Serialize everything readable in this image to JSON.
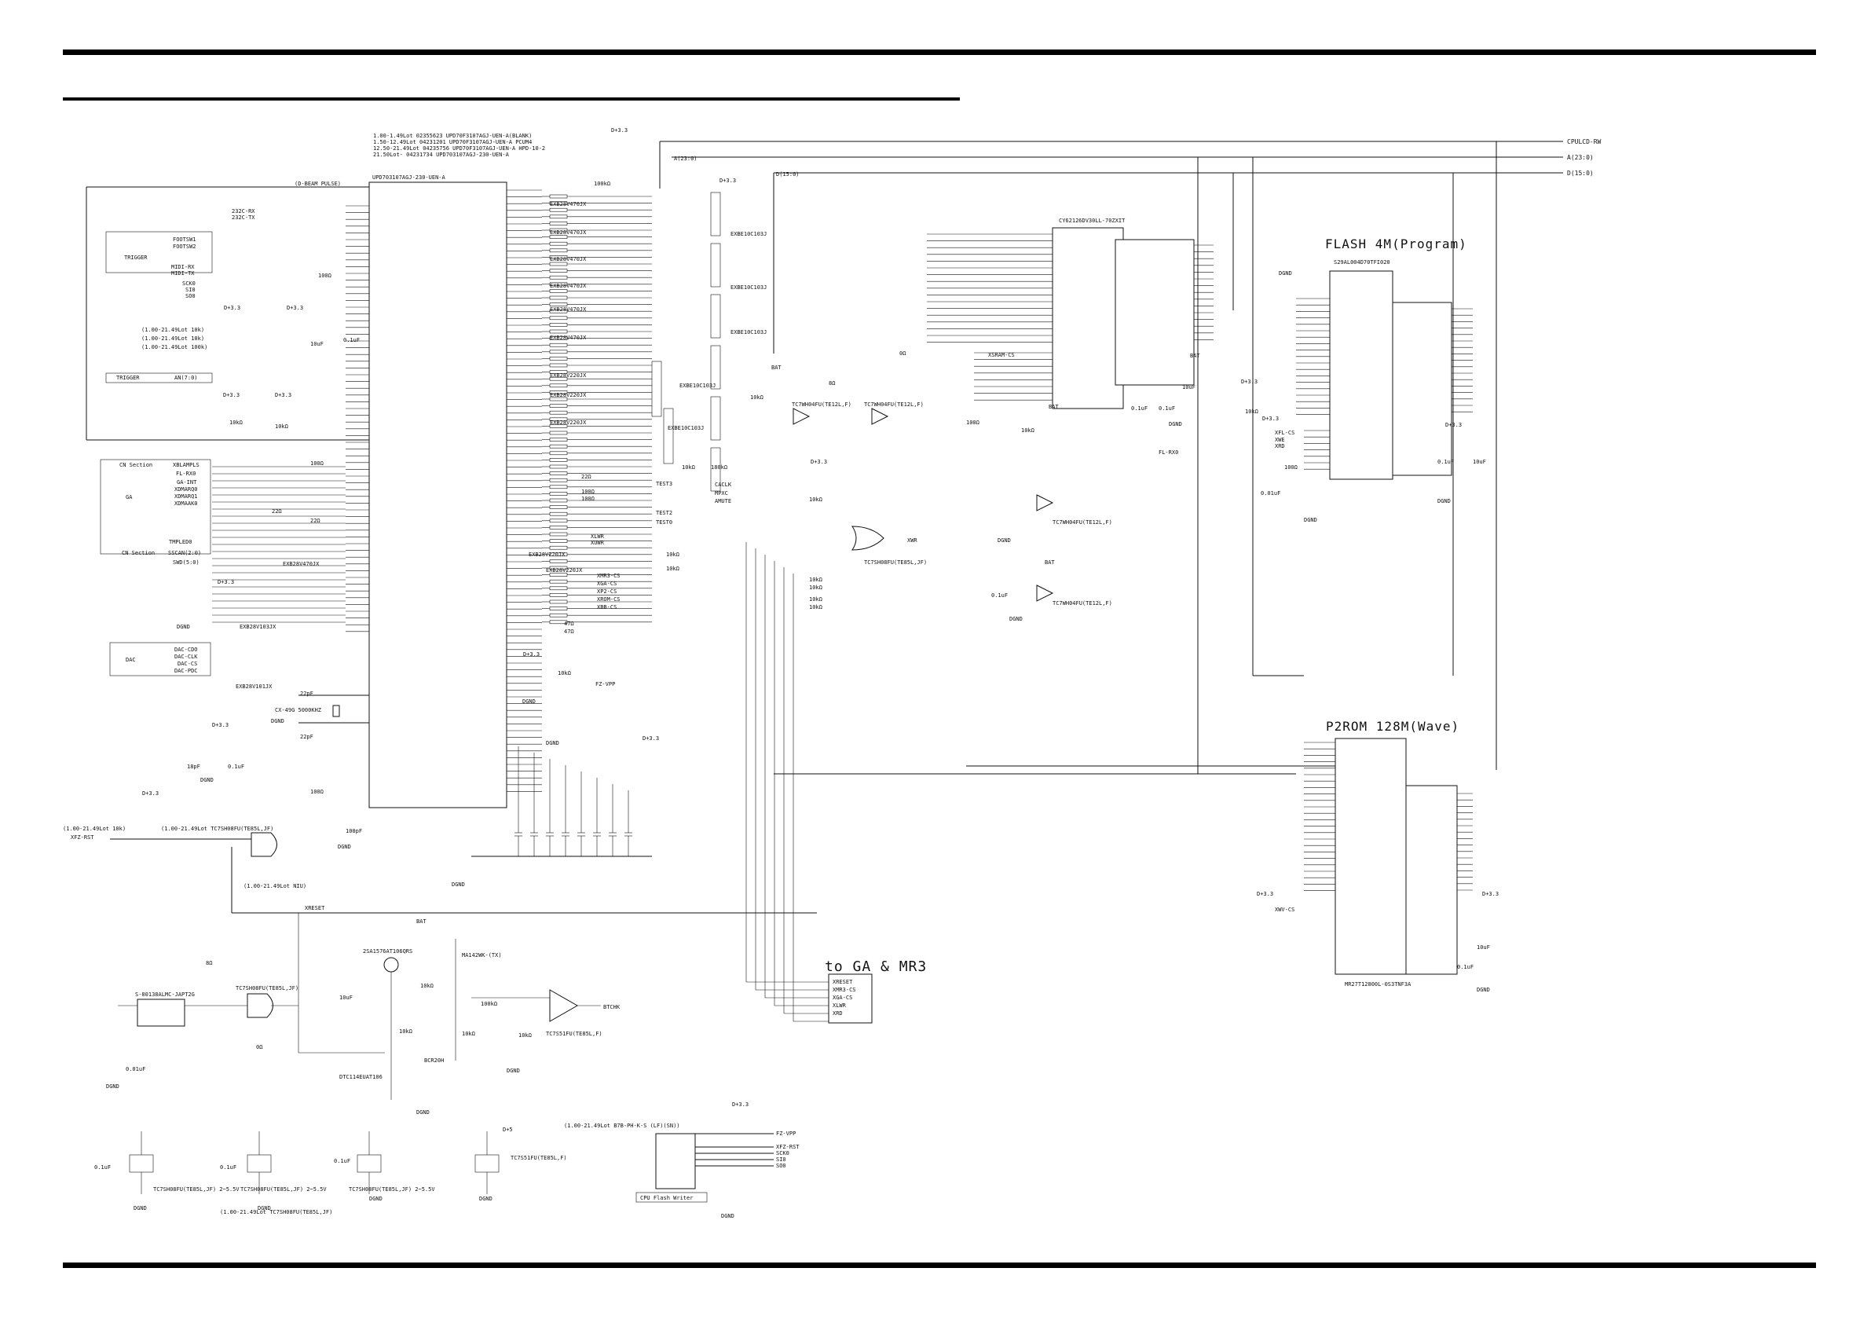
{
  "top_notes": [
    "1.00-1.49Lot 02355623 UPD70F3107AGJ-UEN-A(BLANK)",
    "1.50-12.49Lot 04231201 UPD70F3107AGJ-UEN-A PCUM4",
    "12.50-21.49Lot 04235756 UPD70F3107AGJ-UEN-A HPD-10-2",
    "21.50Lot- 04231734 UPD703107AGJ-230-UEN-A"
  ],
  "cpu": {
    "part": "UPD703107AGJ-230-UEN-A"
  },
  "sram": {
    "part": "CY62126DV30LL-70ZXIT"
  },
  "flash": {
    "title": "FLASH 4M(Program)",
    "part": "S29AL004D70TFI020"
  },
  "p2rom": {
    "title": "P2ROM 128M(Wave)",
    "part": "MR27T12800L-0S3TNF3A"
  },
  "bus_labels": [
    "CPULCD-RW",
    "A(23:0)",
    "D(15:0)"
  ],
  "left_signals": {
    "d_beam": "(D-BEAM PULSE)",
    "serial": [
      "232C-RX",
      "232C-TX"
    ],
    "footsw": [
      "FOOTSW1",
      "FOOTSW2"
    ],
    "trigger_label": "TRIGGER",
    "midi": [
      "MIDI-RX",
      "MIDI-TX"
    ],
    "sync": [
      "SCK0",
      "SI0",
      "SO0"
    ],
    "lot_notes": [
      "(1.00-21.49Lot 10k)",
      "(1.00-21.49Lot 10k)",
      "(1.00-21.49Lot 100k)"
    ],
    "an_label": "AN(7:0)",
    "cn_section": "CN Section",
    "ga_label": "GA",
    "ga_signals": [
      "XBLAMPLS",
      "FL-RX0",
      "GA-INT",
      "XDMARQ0",
      "XDMARQ1",
      "XDMAAK0"
    ],
    "cn_section2": "CN Section",
    "cn_signals": [
      "TMPLED0",
      "SSCAN(2:0)",
      "SWD(5:0)"
    ],
    "dac_label": "DAC",
    "dac_signals": [
      "DAC-CDO",
      "DAC-CLK",
      "DAC-CS",
      "DAC-PDC"
    ],
    "xtal": "CX-49G 5000KHZ",
    "reset_net": "XFZ-RST",
    "lot_tc7": "(1.00-21.49Lot TC7SH08FU(TE85L,JF)",
    "lot_niu": "(1.00-21.49Lot NIU)",
    "xreset": "XRESET",
    "resistor_array": "EXB28V470JX",
    "resistor_array2": "EXB28V103JX",
    "resistor_array3": "EXB28V101JX"
  },
  "mid_signals": {
    "exb_a": "EXB28V470JX",
    "exb_cap": "EXBE10C103J",
    "exb_b": "EXB28V220JX",
    "tc7w": "TC7WH04FU(TE12L,F)",
    "tc7sh08": "TC7SH08FU(TE85L,JF)",
    "xsram_cs": "XSRAM-CS",
    "test": [
      "TEST3",
      "TEST2",
      "TEST0"
    ],
    "misc": [
      "CACLK",
      "MPXC",
      "AMUTE",
      "XLWR",
      "XUWR",
      "XWR"
    ],
    "chip_selects": [
      "XMR3-CS",
      "XGA-CS",
      "XP2-CS",
      "XROM-CS",
      "XBB-CS"
    ],
    "fz_vpp": "FZ-VPP",
    "to_ga": "to GA & MR3",
    "ga_box": [
      "XRESET",
      "XMR3-CS",
      "XGA-CS",
      "XLWR",
      "XRD"
    ],
    "fl_rx0": "FL-RX0",
    "xfl_cs": "XFL-CS",
    "xwe": "XWE",
    "xrd": "XRD",
    "xwv_cs": "XWV-CS"
  },
  "power": {
    "d33": "D+3.3",
    "dgnd": "DGND",
    "bat": "BAT",
    "d5": "D+5"
  },
  "bottom": {
    "s80": "S-80138ALMC-JAPT2G",
    "q1": "2SA1576AT106QRS",
    "diode": "MA142WK-(TX)",
    "dtc": "DTC114EUAT106",
    "bcr": "BCR20H",
    "tc7s": "TC7S51FU(TE85L,F)",
    "btchk": "BTCHK",
    "writer": "CPU Flash Writer",
    "connector": "(1.00-21.49Lot B7B-PH-K-S (LF)(SN))",
    "writer_signals": [
      "FZ-VPP",
      "XFZ-RST",
      "SCK0",
      "SI0",
      "SO0"
    ],
    "gate_notes": [
      "TC7SH08FU(TE85L,JF) 2~5.5V",
      "TC7SH08FU(TE85L,JF) 2~5.5V",
      "TC7SH08FU(TE85L,JF) 2~5.5V",
      "TC7S51FU(TE85L,F)"
    ],
    "lot_bottom": "(1.00-21.49Lot TC7SH08FU(TE85L,JF)"
  },
  "caps": [
    "0.1uF",
    "10uF",
    "18pF",
    "22pF",
    "100pF",
    "0.01uF"
  ],
  "resistors": [
    "100Ω",
    "10kΩ",
    "22Ω",
    "47Ω",
    "8Ω",
    "0Ω",
    "180kΩ",
    "100kΩ"
  ]
}
